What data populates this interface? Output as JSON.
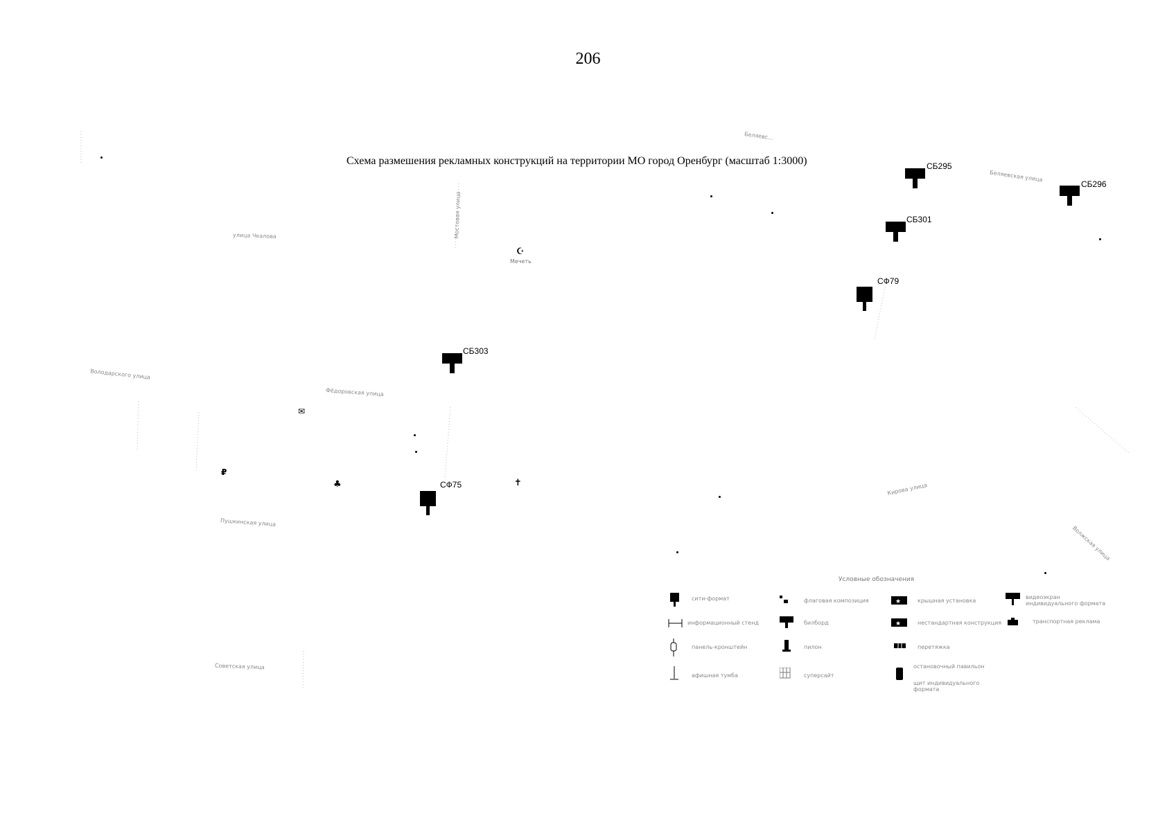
{
  "page": {
    "number": "206"
  },
  "map": {
    "title": "Схема размешения рекламных конструкций на территории МО город Оренбург (масштаб 1:3000)"
  },
  "streets": [
    {
      "id": "belyaevskaya-top",
      "label": "Беляевс..."
    },
    {
      "id": "belyaevskaya-right",
      "label": "Беляевская улица"
    },
    {
      "id": "street-left-1",
      "label": "улица Чкалова"
    },
    {
      "id": "street-left-2",
      "label": "Володарского улица"
    },
    {
      "id": "street-center",
      "label": "Мостовая улица"
    },
    {
      "id": "street-middle",
      "label": "Фёдоровская улица"
    },
    {
      "id": "street-bottom-left",
      "label": "Пушкинская улица"
    },
    {
      "id": "street-bottom-2",
      "label": "Советская улица"
    },
    {
      "id": "street-bottom-3",
      "label": "Кирова улица"
    },
    {
      "id": "street-right-bottom",
      "label": "Волжская улица"
    }
  ],
  "markers": [
    {
      "id": "sb295",
      "label": "СБ295",
      "kind": "billboard"
    },
    {
      "id": "sb296",
      "label": "СБ296",
      "kind": "billboard"
    },
    {
      "id": "sb301",
      "label": "СБ301",
      "kind": "billboard"
    },
    {
      "id": "sf79",
      "label": "СФ79",
      "kind": "city-format"
    },
    {
      "id": "sb303",
      "label": "СБ303",
      "kind": "billboard"
    },
    {
      "id": "sf75",
      "label": "СФ75",
      "kind": "city-format"
    }
  ],
  "pois": [
    {
      "id": "mosque",
      "icon": "crescent-icon",
      "glyph": "☪",
      "label": "Мечеть"
    },
    {
      "id": "church",
      "icon": "cross-icon",
      "glyph": "✝",
      "label": ""
    },
    {
      "id": "post",
      "icon": "mail-icon",
      "glyph": "✉",
      "label": ""
    },
    {
      "id": "bank",
      "icon": "money-bag-icon",
      "glyph": "₽",
      "label": ""
    },
    {
      "id": "cafe",
      "icon": "cafe-icon",
      "glyph": "♣",
      "label": ""
    }
  ],
  "legend": {
    "title": "Условные обозначения",
    "items": [
      {
        "icon": "city-format-icon",
        "label": "сити-формат"
      },
      {
        "icon": "flag-composition-icon",
        "label": "флаговая композиция"
      },
      {
        "icon": "roof-installation-icon",
        "label": "крышная установка"
      },
      {
        "icon": "video-screen-icon",
        "label": "видеоэкран индивидуального формата"
      },
      {
        "icon": "info-stand-icon",
        "label": "информационный стенд"
      },
      {
        "icon": "billboard-icon",
        "label": "билборд"
      },
      {
        "icon": "nonstandard-icon",
        "label": "нестандартная конструкция"
      },
      {
        "icon": "transport-ad-icon",
        "label": "транспортная реклама"
      },
      {
        "icon": "bracket-panel-icon",
        "label": "панель-кронштейн"
      },
      {
        "icon": "pillar-icon",
        "label": "пилон"
      },
      {
        "icon": "banner-stretch-icon",
        "label": "перетяжка"
      },
      {
        "icon": "stop-pavilion-icon",
        "label": "остановочный павильон"
      },
      {
        "icon": "ad-column-icon",
        "label": "афишная тумба"
      },
      {
        "icon": "super-site-icon",
        "label": "суперсайт"
      },
      {
        "icon": "individual-format-icon",
        "label": "щит индивидуального формата"
      }
    ]
  }
}
